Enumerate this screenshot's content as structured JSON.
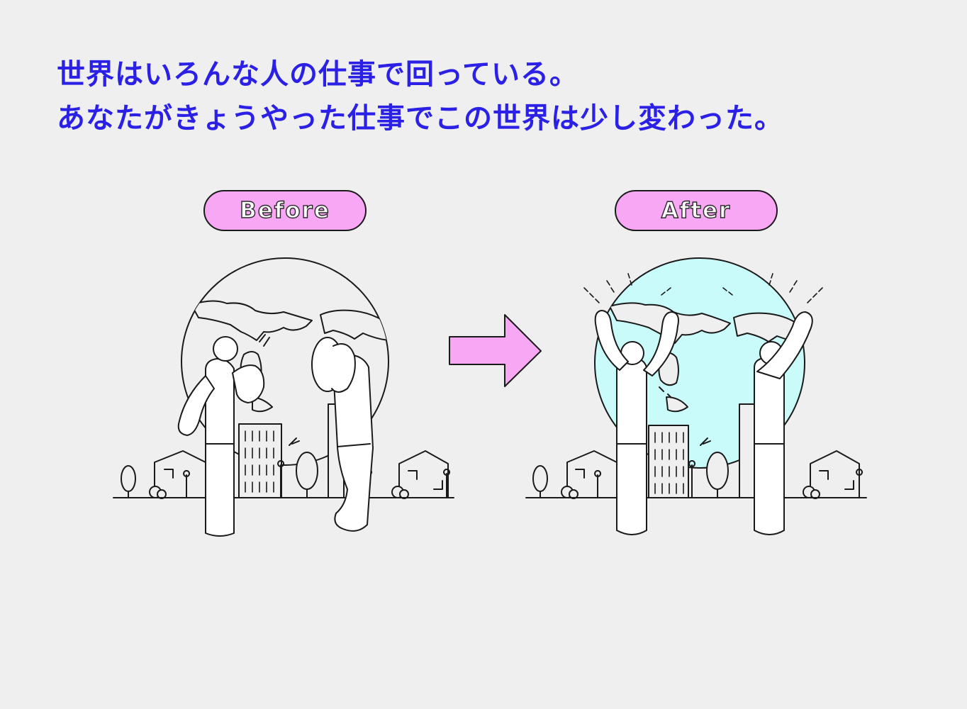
{
  "headline": {
    "line1": "世界はいろんな人の仕事で回っている。",
    "line2": "あなたがきょうやった仕事でこの世界は少し変わった。"
  },
  "labels": {
    "before": "Before",
    "after": "After"
  },
  "colors": {
    "headline": "#2b21e6",
    "label_fill": "#f8a7f5",
    "arrow_fill": "#f8a7f5",
    "globe_after_fill": "#c9fbfb",
    "background": "#efefef"
  }
}
